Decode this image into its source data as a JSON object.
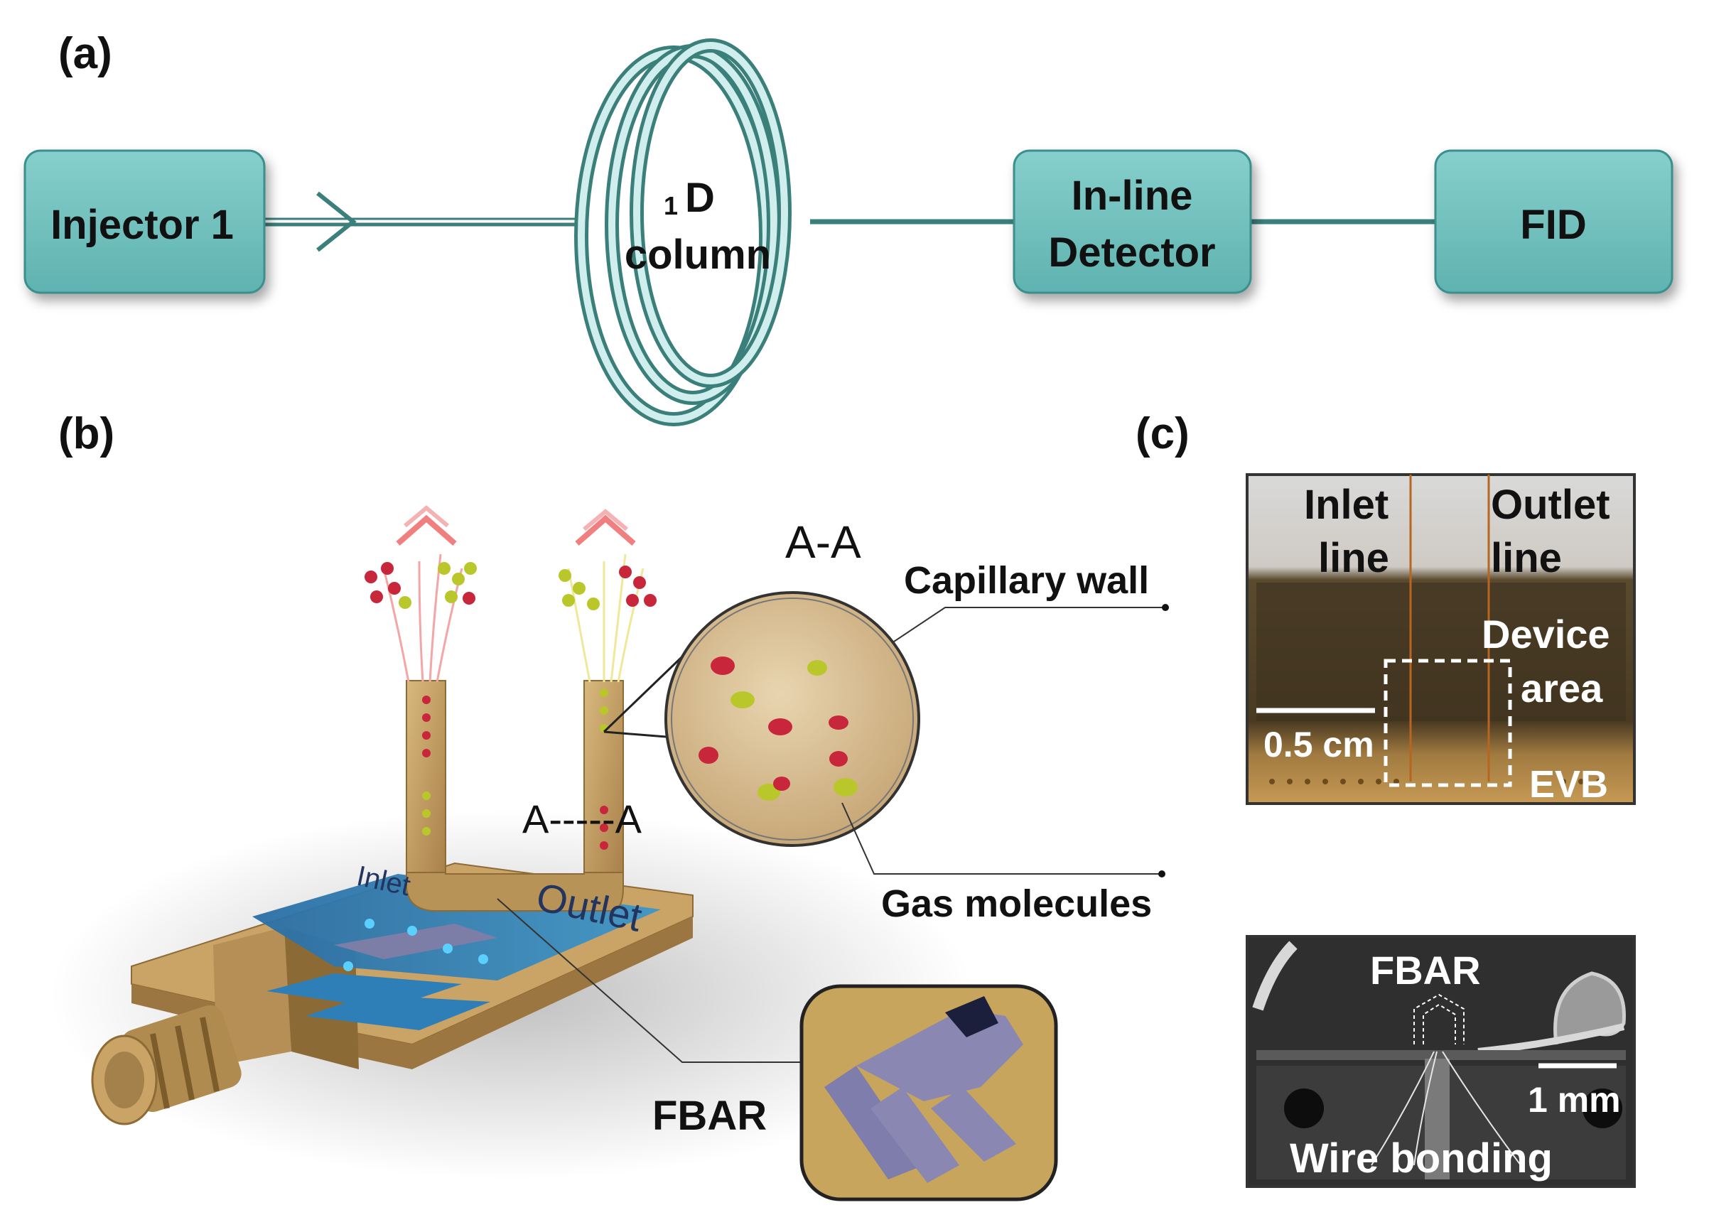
{
  "panel_labels": {
    "a": "(a)",
    "b": "(b)",
    "c": "(c)"
  },
  "flow": {
    "injector": "Injector 1",
    "column_sup": "1",
    "column_line1": "D",
    "column_line2": "column",
    "detector_line1": "In-line",
    "detector_line2": "Detector",
    "fid": "FID"
  },
  "device": {
    "cross_section_title": "A-A",
    "section_marker": "A-----A",
    "capillary_wall": "Capillary wall",
    "gas_molecules": "Gas molecules",
    "inlet": "Inlet",
    "outlet": "Outlet",
    "fbar": "FBAR"
  },
  "photo_top": {
    "inlet_line1": "Inlet",
    "inlet_line2": "line",
    "outlet_line1": "Outlet",
    "outlet_line2": "line",
    "device_line1": "Device",
    "device_line2": "area",
    "scale": "0.5 cm",
    "evb": "EVB"
  },
  "photo_bottom": {
    "fbar": "FBAR",
    "scale": "1 mm",
    "wire_bonding": "Wire bonding"
  },
  "colors": {
    "box_fill": "#6fbfbd",
    "box_stroke": "#3d8f8d",
    "line": "#3b7f7b",
    "gold": "#c9a466",
    "blue_pad": "#2e7fb8",
    "red_molecule": "#c8263a",
    "yellow_molecule": "#b9c72b"
  }
}
